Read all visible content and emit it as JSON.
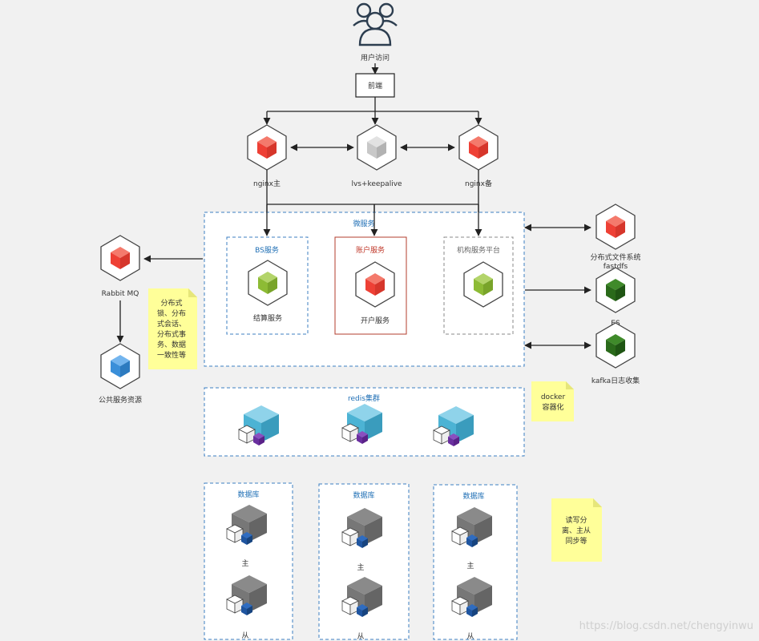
{
  "nodes": {
    "user": "用户访问",
    "frontend": "前端",
    "nginx_main": "nginx主",
    "lvs": "lvs+keepalive",
    "nginx_backup": "nginx备",
    "microservice": "微服务",
    "bs_service": "BS服务",
    "settlement": "结算服务",
    "account_service": "账户服务",
    "open_account": "开户服务",
    "org_platform": "机构服务平台",
    "rabbitmq": "Rabbit MQ",
    "public_resource": "公共服务资源",
    "fastdfs_line1": "分布式文件系统",
    "fastdfs_line2": "fastdfs",
    "es": "ES",
    "kafka": "kafka日志收集",
    "redis_cluster": "redis集群",
    "db_label": "数据库",
    "db_master": "主",
    "db_slave": "从"
  },
  "notes": {
    "distributed": [
      "分布式",
      "锁、分布",
      "式会话、",
      "分布式事",
      "务、数据",
      "一致性等"
    ],
    "docker": [
      "docker",
      "容器化"
    ],
    "rw_split": [
      "读写分",
      "离、主从",
      "同步等"
    ]
  },
  "watermark": "https://blog.csdn.net/chengyinwu",
  "colors": {
    "red_cube": "#ee4035",
    "green_cube": "#8dbb35",
    "gray_cube": "#c8c8c8",
    "blue_cube": "#3a8fd9",
    "dark_green_cube": "#2a6a1a",
    "teal_cube": "#4cb3d4",
    "db_cube": "#777777",
    "note_yellow": "#ffff99",
    "dashed_blue": "#3c7fc2",
    "red_border": "#b33c2c"
  }
}
